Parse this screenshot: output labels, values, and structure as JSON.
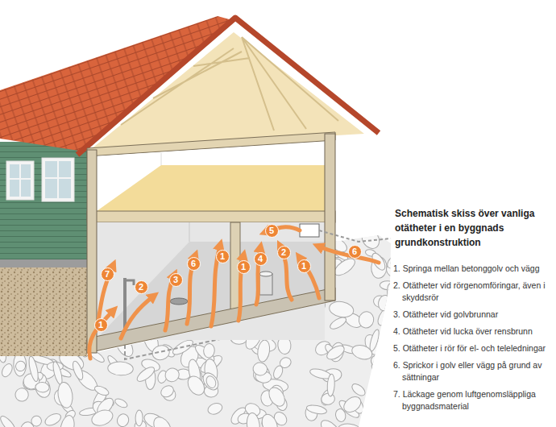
{
  "diagram": {
    "title": "Schematisk skiss över vanliga otätheter i en byggnads grundkonstruktion",
    "labels": [
      "1",
      "7",
      "2",
      "3",
      "6",
      "1",
      "1",
      "4",
      "5",
      "2",
      "1",
      "6"
    ],
    "legend": [
      {
        "text": "1. Springa mellan betonggolv och vägg"
      },
      {
        "text": "2. Otätheter vid rörgenomföringar, även i skyddsrör"
      },
      {
        "text": "3. Otätheter vid golvbrunnar"
      },
      {
        "text": "4. Otätheter vid lucka över rensbrunn"
      },
      {
        "text": "5. Otätheter i rör för el- och teleledningar"
      },
      {
        "text": "6. Sprickor i golv eller vägg på grund av sättningar"
      },
      {
        "text": "7. Läckage genom luftgenomsläppliga byggnadsmaterial"
      }
    ]
  }
}
